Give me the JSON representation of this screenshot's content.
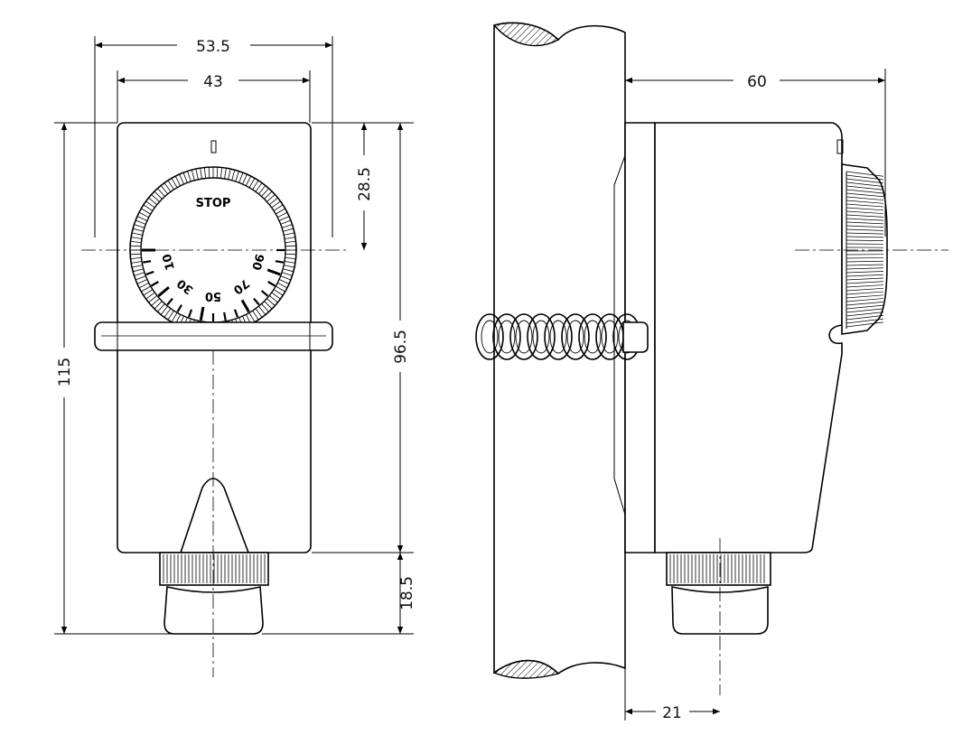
{
  "dimensions": {
    "overall_width": "53.5",
    "body_width": "43",
    "dial_offset": "28.5",
    "overall_height": "115",
    "body_height": "96.5",
    "gland_height": "18.5",
    "depth": "60",
    "pipe_offset": "21"
  },
  "dial": {
    "stop_label": "STOP",
    "scale": [
      "10",
      "30",
      "50",
      "70",
      "90"
    ]
  },
  "colors": {
    "line": "#000000",
    "background": "#ffffff",
    "hatch": "#000000"
  }
}
